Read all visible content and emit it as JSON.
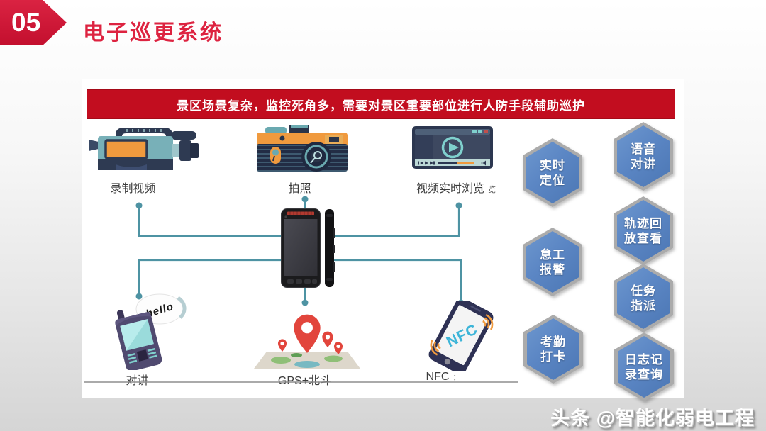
{
  "slide": {
    "badge_number": "05",
    "title": "电子巡更系统",
    "banner": "景区场景复杂，监控死角多，需要对景区重要部位进行人防手段辅助巡护",
    "watermark": "头条 @智能化弱电工程"
  },
  "diagram": {
    "capabilities_top": [
      {
        "label": "录制视频",
        "suffix": "",
        "icon": "video-camera-icon"
      },
      {
        "label": "拍照",
        "suffix": "",
        "icon": "camera-icon"
      },
      {
        "label": "视频实时浏览",
        "suffix": "览",
        "icon": "video-player-icon"
      }
    ],
    "capabilities_bottom": [
      {
        "label": "对讲",
        "suffix": "",
        "icon": "walkie-talkie-icon"
      },
      {
        "label": "GPS+北斗",
        "suffix": "",
        "icon": "map-pin-icon"
      },
      {
        "label": "NFC",
        "suffix": "：",
        "icon": "nfc-phone-icon"
      }
    ],
    "center_icon": "handheld-terminal-icon",
    "speech_bubble_text": "hello",
    "nfc_icon_text": "NFC"
  },
  "features": [
    {
      "line1": "实时",
      "line2": "定位"
    },
    {
      "line1": "语音",
      "line2": "对讲"
    },
    {
      "line1": "怠工",
      "line2": "报警"
    },
    {
      "line1": "轨迹回",
      "line2": "放查看"
    },
    {
      "line1": "任务",
      "line2": "指派"
    },
    {
      "line1": "考勤",
      "line2": "打卡"
    },
    {
      "line1": "日志记",
      "line2": "录查询"
    }
  ],
  "colors": {
    "accent_red": "#c30f2e",
    "banner_red": "#c20d1f",
    "title_red": "#dd2340",
    "connector_teal": "#4e93a3",
    "hexagon_blue": "#5b86c4",
    "hexagon_border": "#ababab",
    "icon_orange": "#f09a3e",
    "icon_navy": "#2c3750",
    "icon_teal": "#74aeb5",
    "pin_red": "#e2453c"
  }
}
